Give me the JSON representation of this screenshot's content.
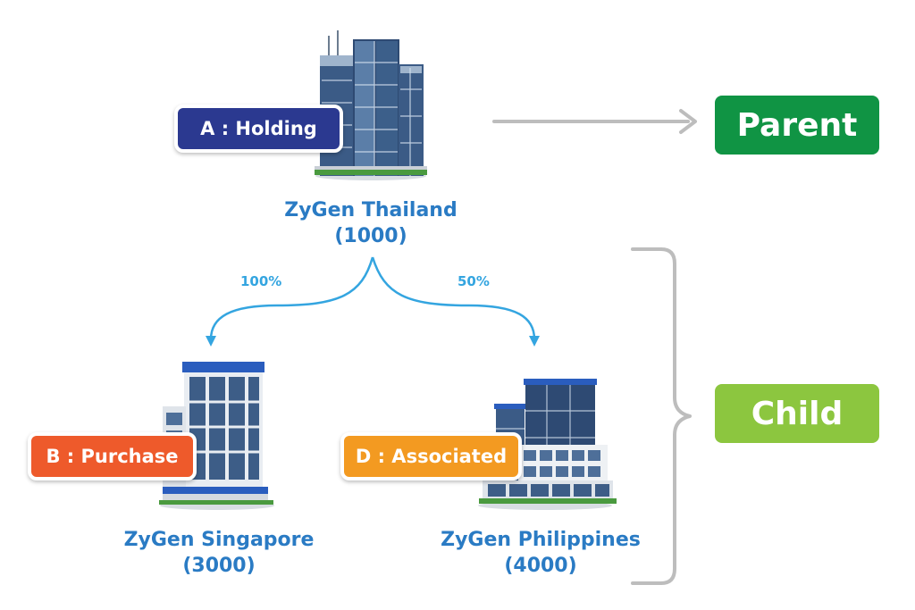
{
  "nodes": {
    "parent": {
      "tag": "A : Holding",
      "name": "ZyGen Thailand",
      "code": "(1000)"
    },
    "child1": {
      "tag": "B : Purchase",
      "name": "ZyGen Singapore",
      "code": "(3000)"
    },
    "child2": {
      "tag": "D : Associated",
      "name": "ZyGen Philippines",
      "code": "(4000)"
    }
  },
  "edges": {
    "left_pct": "100%",
    "right_pct": "50%"
  },
  "levels": {
    "parent": "Parent",
    "child": "Child"
  },
  "colors": {
    "holding": "#2b3990",
    "purchase": "#ee5a2b",
    "associated": "#f39a21",
    "parent_badge": "#109444",
    "child_badge": "#8cc63f",
    "company_text": "#2a7bc4",
    "arrow": "#34a5e0",
    "connector": "#bdbdbd"
  },
  "icons": [
    "building-icon",
    "building-icon",
    "building-icon"
  ]
}
